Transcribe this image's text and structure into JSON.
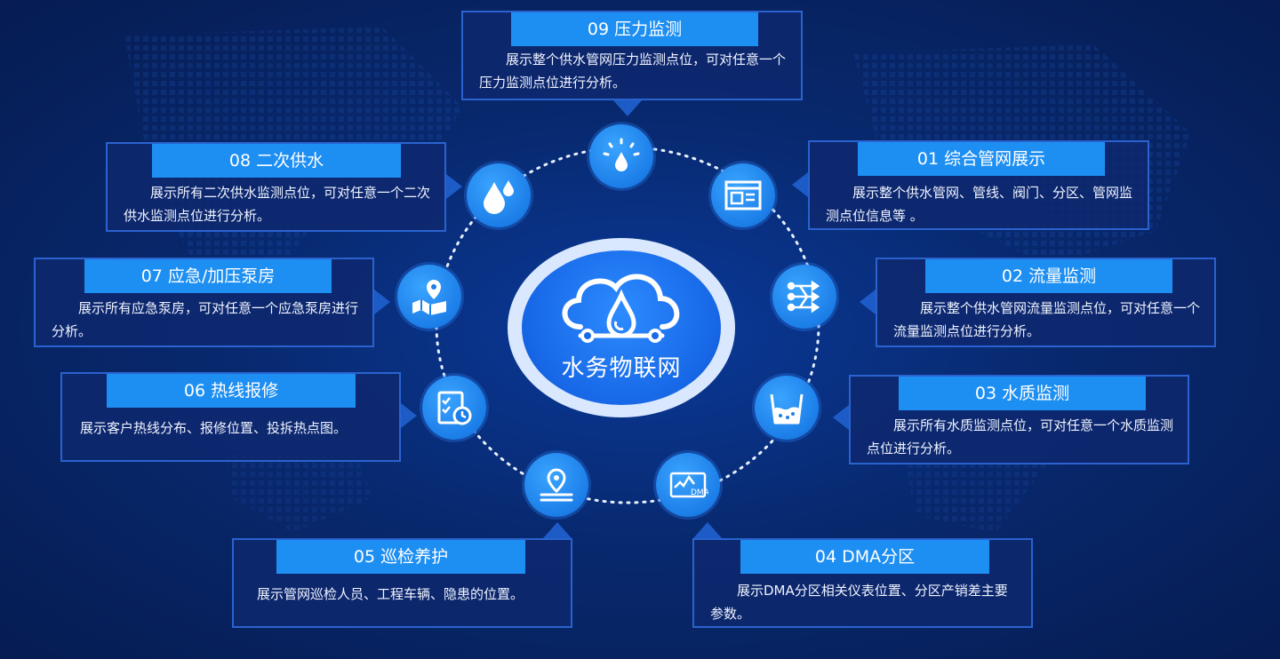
{
  "center": {
    "label": "水务物联网"
  },
  "modules": [
    {
      "id": "01",
      "title": "01  综合管网展示",
      "desc": "展示整个供水管网、管线、阀门、分区、管网监测点位信息等 。",
      "icon": "network-map-icon"
    },
    {
      "id": "02",
      "title": "02  流量监测",
      "desc": "展示整个供水管网流量监测点位，可对任意一个流量监测点位进行分析。",
      "icon": "flow-arrows-icon"
    },
    {
      "id": "03",
      "title": "03  水质监测",
      "desc": "展示所有水质监测点位，可对任意一个水质监测点位进行分析。",
      "icon": "water-beaker-icon"
    },
    {
      "id": "04",
      "title": "04  DMA分区",
      "desc": "展示DMA分区相关仪表位置、分区产销差主要参数。",
      "icon": "dma-chart-icon"
    },
    {
      "id": "05",
      "title": "05  巡检养护",
      "desc": "展示管网巡检人员、工程车辆、隐患的位置。",
      "icon": "route-pin-icon"
    },
    {
      "id": "06",
      "title": "06  热线报修",
      "desc": "展示客户热线分布、报修位置、投拆热点图。",
      "icon": "checklist-clock-icon"
    },
    {
      "id": "07",
      "title": "07  应急/加压泵房",
      "desc": "展示所有应急泵房，可对任意一个应急泵房进行分析。",
      "icon": "map-pin-icon"
    },
    {
      "id": "08",
      "title": "08  二次供水",
      "desc": "展示所有二次供水监测点位，可对任意一个二次供水监测点位进行分析。",
      "icon": "water-drops-icon"
    },
    {
      "id": "09",
      "title": "09  压力监测",
      "desc": "展示整个供水管网压力监测点位，可对任意一个压力监测点位进行分析。",
      "icon": "pressure-gauge-icon"
    }
  ],
  "dma_icon_text": "DMA",
  "colors": {
    "accent": "#1e8ff2",
    "card_border": "#2a63cf",
    "card_bg": "#0e286e",
    "background": "#08296f"
  }
}
